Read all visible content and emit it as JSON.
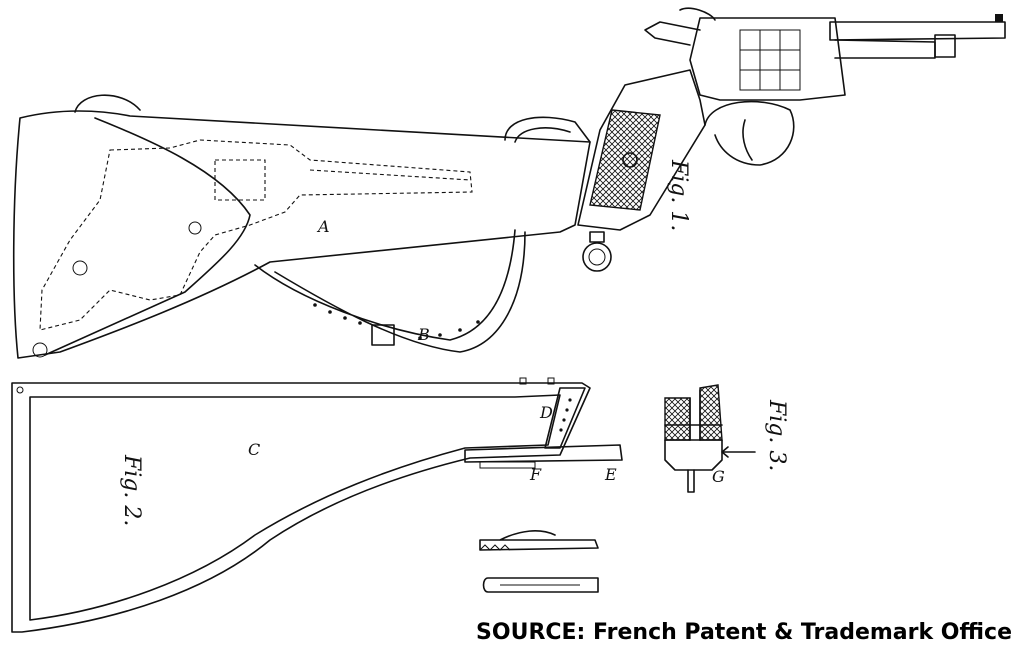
{
  "figures": {
    "fig1": {
      "label": "Fig. 1.",
      "letters": [
        "A",
        "B"
      ]
    },
    "fig2": {
      "label": "Fig. 2.",
      "letters": [
        "C",
        "D",
        "E",
        "F"
      ]
    },
    "fig3": {
      "label": "Fig. 3.",
      "letters": [
        "G"
      ]
    }
  },
  "source_caption": "SOURCE: French Patent & Trademark Office",
  "colors": {
    "ink": "#111111",
    "paper": "#ffffff"
  }
}
